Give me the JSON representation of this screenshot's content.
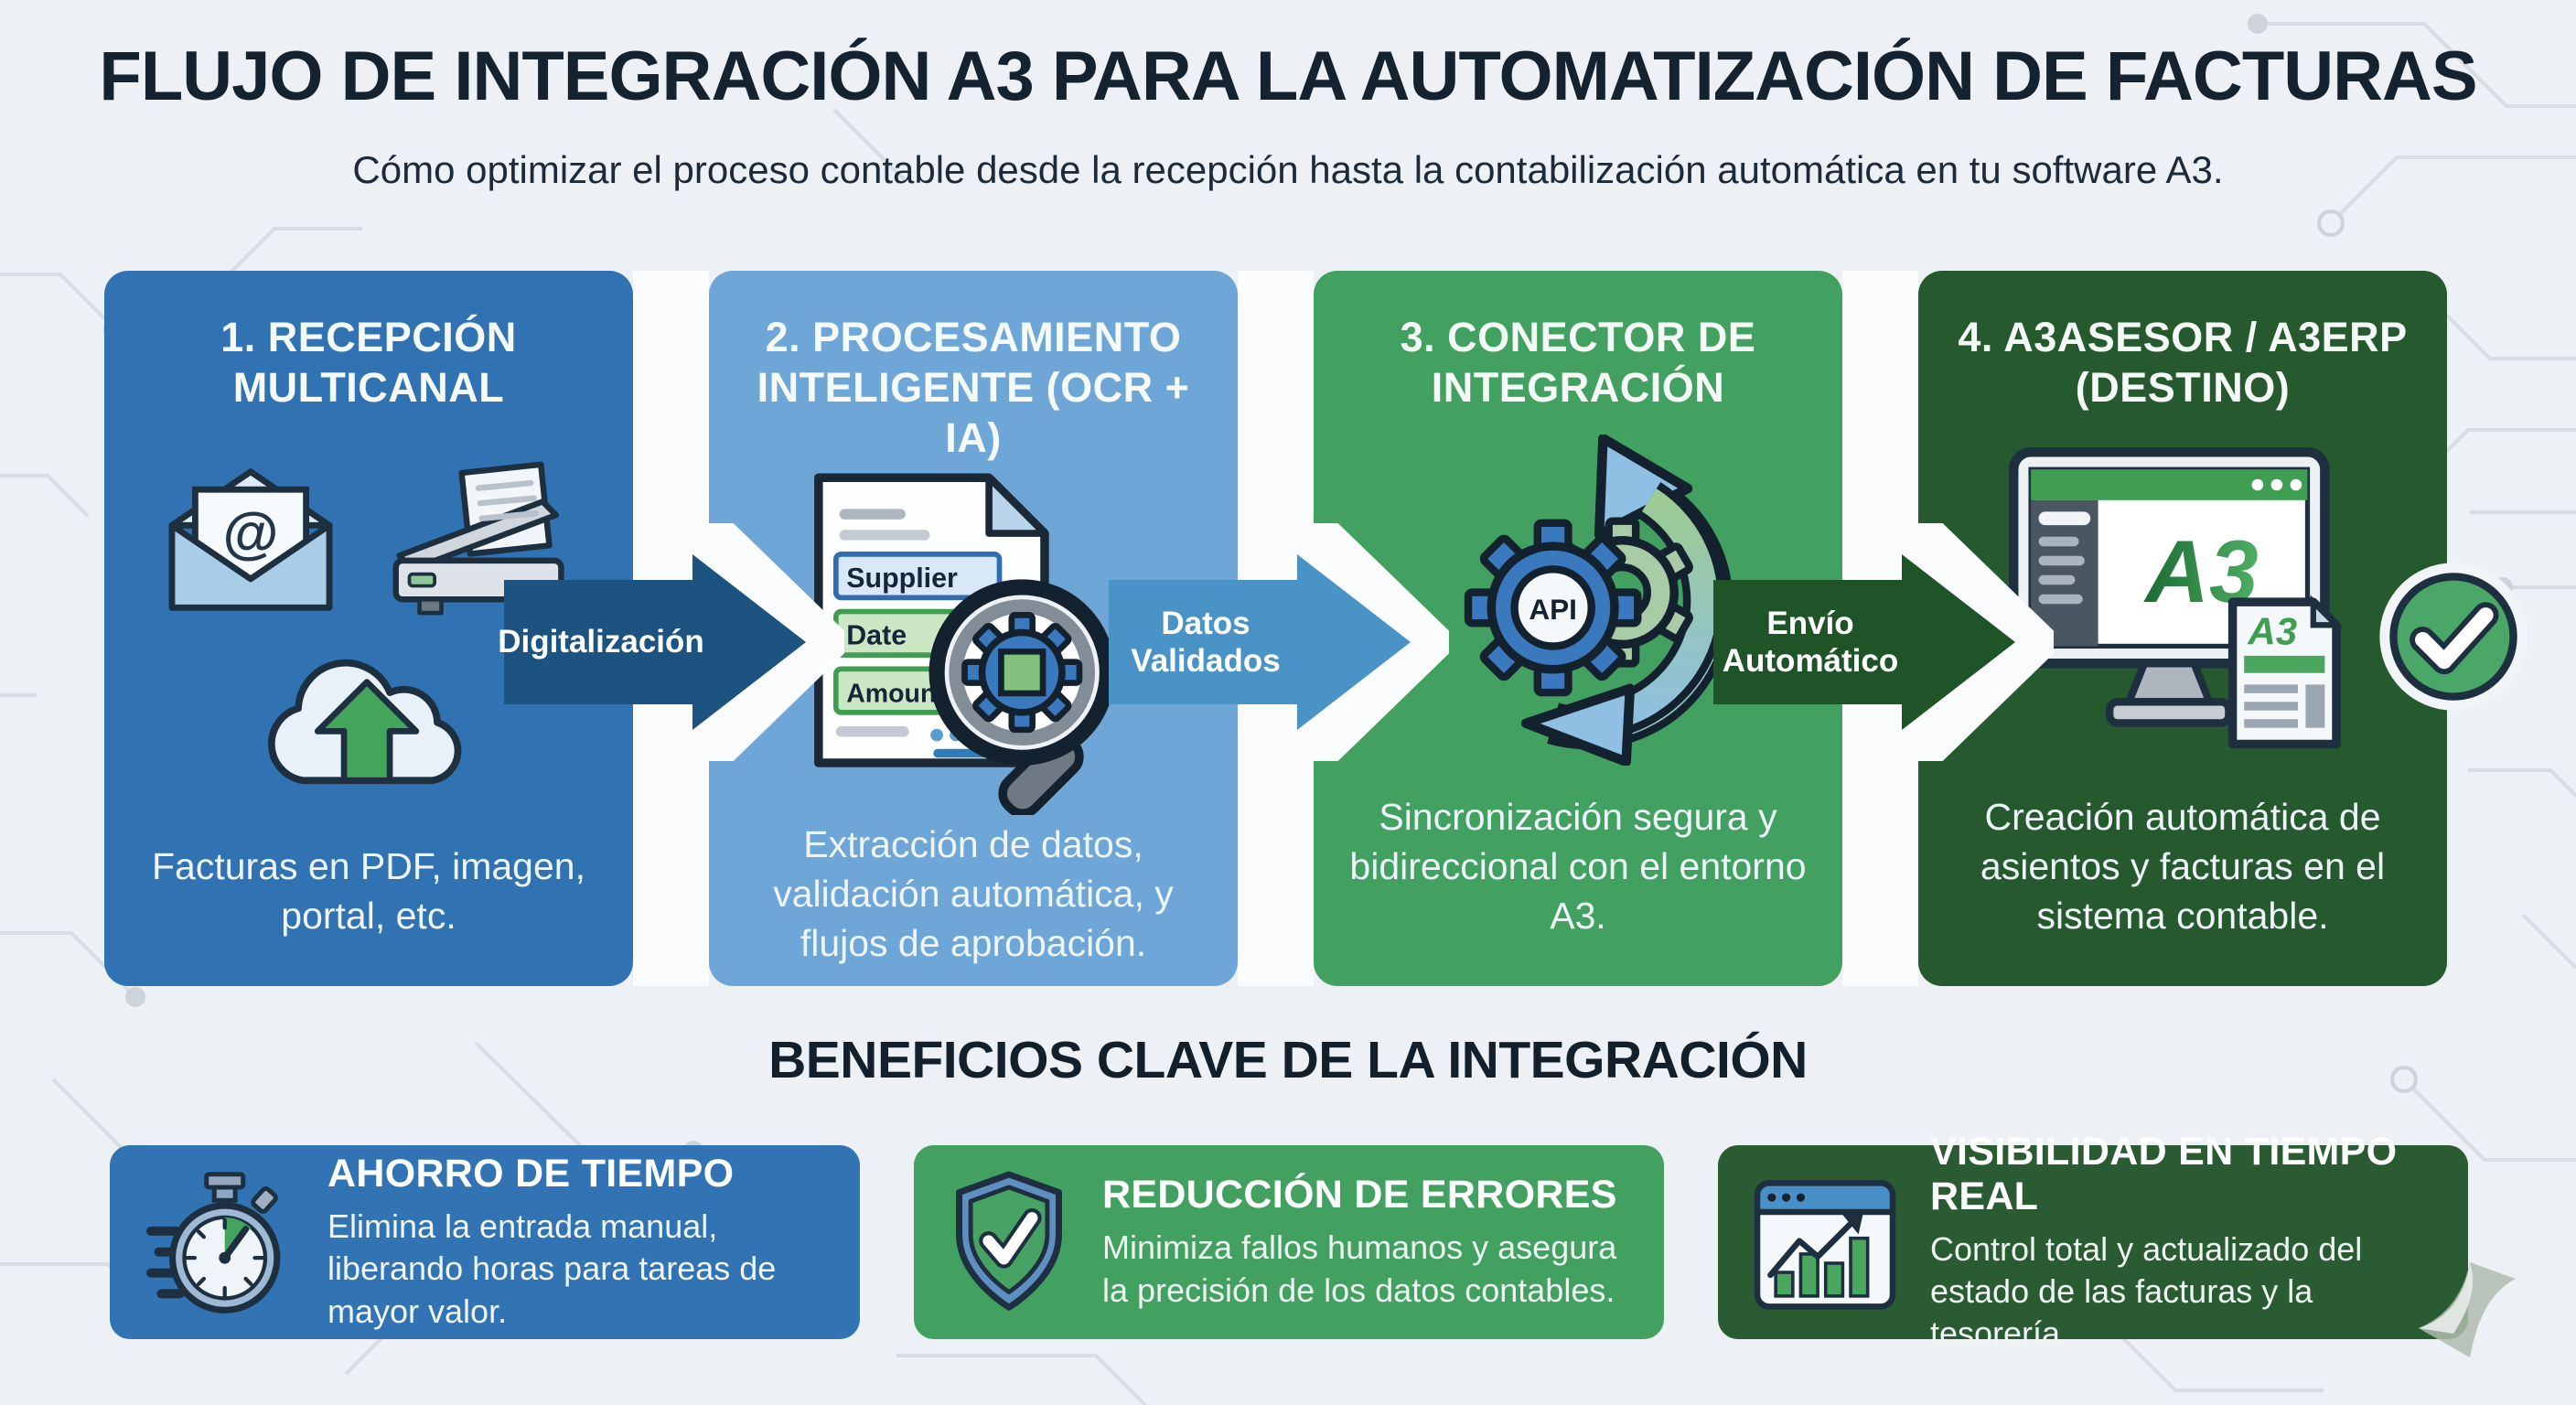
{
  "header": {
    "title": "FLUJO DE INTEGRACIÓN A3 PARA LA AUTOMATIZACIÓN DE FACTURAS",
    "subtitle": "Cómo optimizar el proceso contable desde la recepción hasta la contabilización automática en tu software A3."
  },
  "steps": [
    {
      "title": "1. RECEPCIÓN MULTICANAL",
      "description": "Facturas en PDF, imagen, portal, etc.",
      "color": "#3072b2",
      "icons": [
        "email-at-icon",
        "scanner-icon",
        "cloud-upload-icon"
      ]
    },
    {
      "title": "2. PROCESAMIENTO INTELIGENTE (OCR + IA)",
      "description": "Extracción de datos, validación automática, y flujos de aprobación.",
      "color": "#6fa6d8",
      "document_fields": [
        "Supplier",
        "Date",
        "Amount"
      ],
      "icons": [
        "invoice-document-icon",
        "magnifier-gear-icon"
      ]
    },
    {
      "title": "3. CONECTOR DE INTEGRACIÓN",
      "description": "Sincronización segura y bidireccional con el entorno A3.",
      "color": "#42a160",
      "api_label": "API",
      "icons": [
        "sync-cycle-icon",
        "api-gear-icon"
      ]
    },
    {
      "title": "4. A3ASESOR / A3ERP (DESTINO)",
      "description": "Creación automática de asientos y facturas en el sistema contable.",
      "color": "#27592f",
      "monitor_logo": "A3",
      "invoice_logo": "A3",
      "icons": [
        "monitor-icon",
        "invoice-icon",
        "check-circle-icon"
      ]
    }
  ],
  "connectors": [
    {
      "label": "Digitalización",
      "color": "#1d5380"
    },
    {
      "label": "Datos Validados",
      "color": "#4a93c7"
    },
    {
      "label": "Envío Automático",
      "color": "#1f5429"
    }
  ],
  "benefits_section": {
    "title": "BENEFICIOS CLAVE DE LA INTEGRACIÓN",
    "items": [
      {
        "title": "AHORRO DE TIEMPO",
        "description": "Elimina la entrada manual, liberando horas para tareas de mayor valor.",
        "color": "#3173b3",
        "icon": "stopwatch-icon"
      },
      {
        "title": "REDUCCIÓN DE ERRORES",
        "description": "Minimiza fallos humanos y asegura la precisión de los datos contables.",
        "color": "#42a161",
        "icon": "shield-check-icon"
      },
      {
        "title": "VISIBILIDAD EN TIEMPO REAL",
        "description": "Control total y actualizado del estado de las facturas y la tesorería.",
        "color": "#2b5b33",
        "icon": "chart-window-icon"
      }
    ]
  },
  "palette": {
    "page_background": "#edf0f4",
    "title_text": "#15222f",
    "circuit_trace": "#d8dde3",
    "success_green": "#4aa767",
    "accent_green": "#3f9e52"
  }
}
